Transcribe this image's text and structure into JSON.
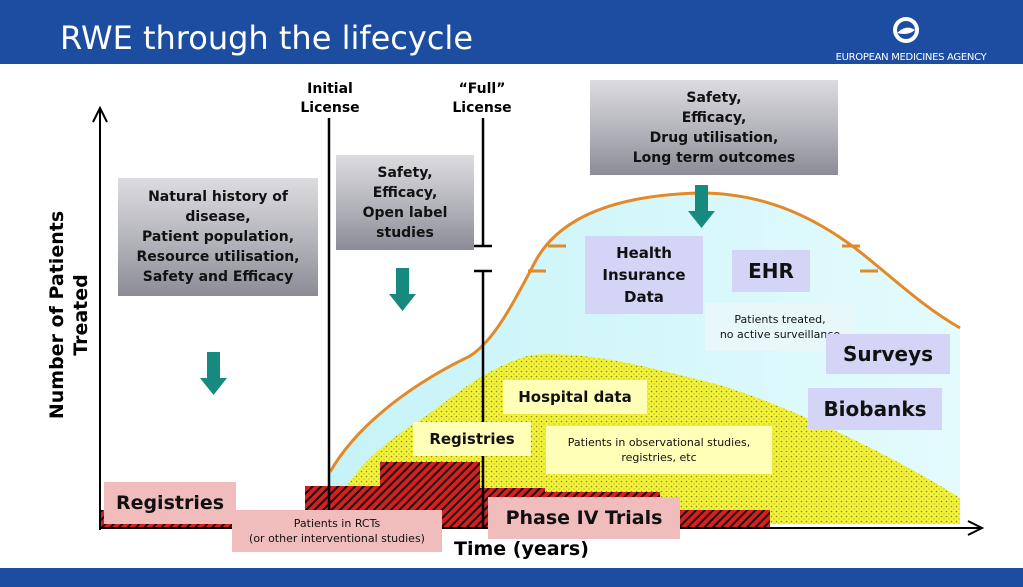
{
  "header": {
    "title": "RWE through the lifecycle",
    "logo_text": "EUROPEAN MEDICINES AGENCY"
  },
  "axes": {
    "y_label": "Number of Patients\nTreated",
    "x_label": "Time (years)"
  },
  "milestones": {
    "initial_license": "Initial\nLicense",
    "full_license": "“Full”\nLicense"
  },
  "grey_boxes": {
    "natural_history": "Natural history of\ndisease,\nPatient population,\nResource utilisation,\nSafety and Efficacy",
    "open_label": "Safety,\nEfficacy,\nOpen label\nstudies",
    "long_term": "Safety,\nEfficacy,\nDrug utilisation,\nLong term outcomes"
  },
  "sources": {
    "health_insurance": "Health\nInsurance\nData",
    "ehr": "EHR",
    "no_surveillance": "Patients treated,\nno active surveillance",
    "surveys": "Surveys",
    "biobanks": "Biobanks",
    "hospital_data": "Hospital data",
    "registries_mid": "Registries",
    "observational": "Patients in observational studies,\nregistries, etc",
    "registries_left": "Registries",
    "rcts": "Patients in RCTs\n(or other interventional studies)",
    "phase_iv": "Phase IV Trials"
  },
  "colors": {
    "header_blue": "#1c4da1",
    "cyan_area": "#ccf7fb",
    "yellow_area": "#f2f23a",
    "curve_orange": "#e08a2a",
    "arrow_teal": "#178a80",
    "red_hatch": "#d42020",
    "lavender_box": "#d4d4f6"
  },
  "icons": {
    "logo": "ema-logo-icon",
    "arrow": "down-arrow-icon"
  }
}
